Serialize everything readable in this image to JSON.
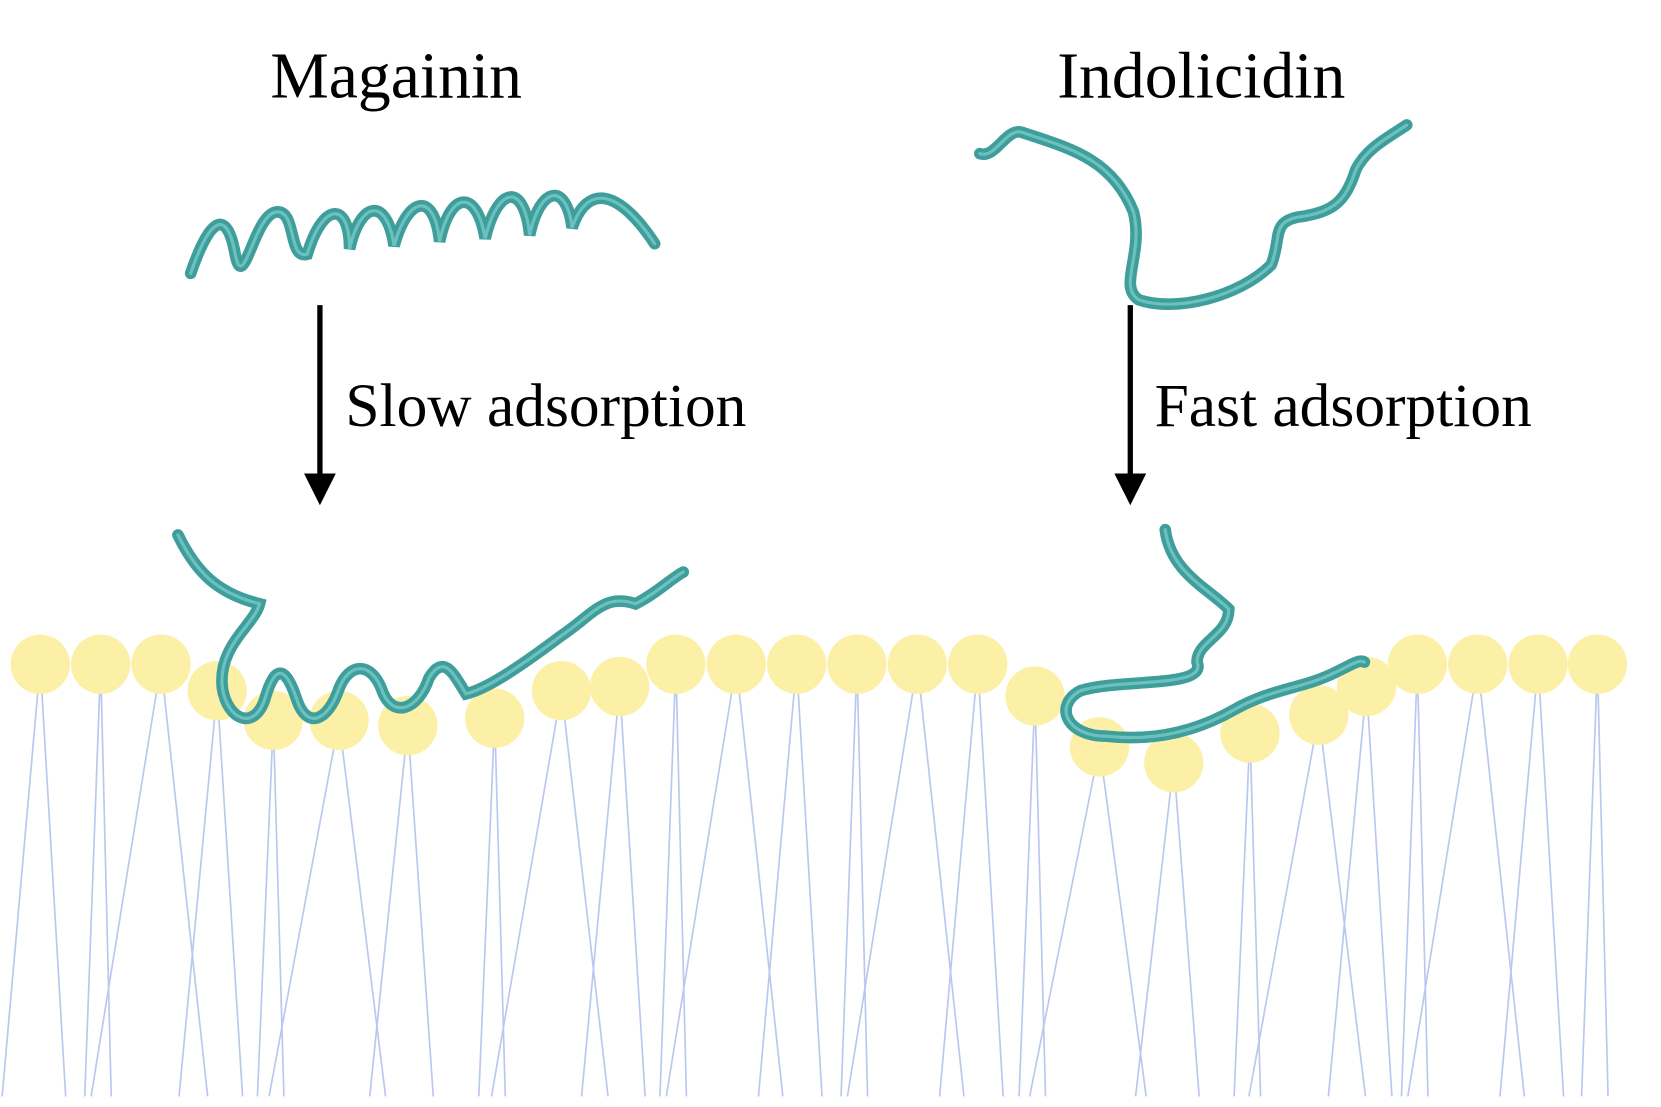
{
  "panels": [
    {
      "peptide": "Magainin",
      "process": "Slow adsorption"
    },
    {
      "peptide": "Indolicidin",
      "process": "Fast adsorption"
    }
  ],
  "colors": {
    "peptide_ribbon": "#3f9e9b",
    "ribbon_highlight": "#7fd0cc",
    "lipid_head": "#fbf0a6",
    "lipid_tail": "#b9c9ee",
    "arrow": "#000000"
  }
}
